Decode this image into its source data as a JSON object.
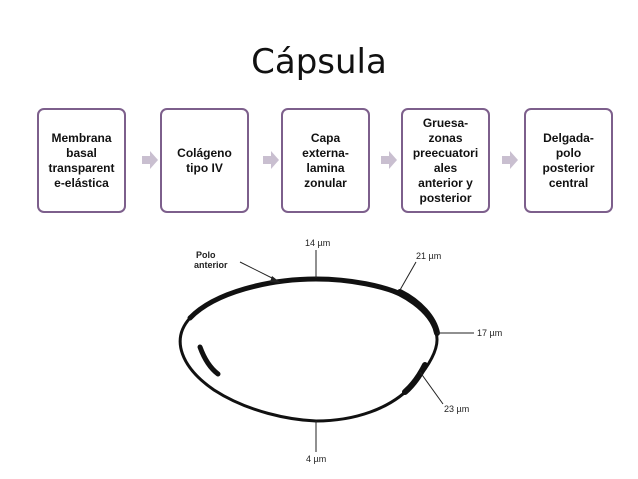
{
  "title": "Cápsula",
  "steps": [
    {
      "label": "Membrana\nbasal\ntransparent\ne-elástica"
    },
    {
      "label": "Colágeno\ntipo IV"
    },
    {
      "label": "Capa\nexterna-\nlamina\nzonular"
    },
    {
      "label": "Gruesa-\nzonas\npreecuatori\nales\nanterior y\nposterior"
    },
    {
      "label": "Delgada-\npolo\nposterior\ncentral"
    }
  ],
  "figure": {
    "pole_label_line1": "Polo",
    "pole_label_line2": "anterior",
    "measurements": {
      "top": "14 µm",
      "upper_right": "21 µm",
      "right": "17 µm",
      "lower_right": "23 µm",
      "bottom": "4 µm"
    }
  },
  "colors": {
    "box_border": "#7d5f8c",
    "arrow_fill": "#c9bfd0"
  }
}
